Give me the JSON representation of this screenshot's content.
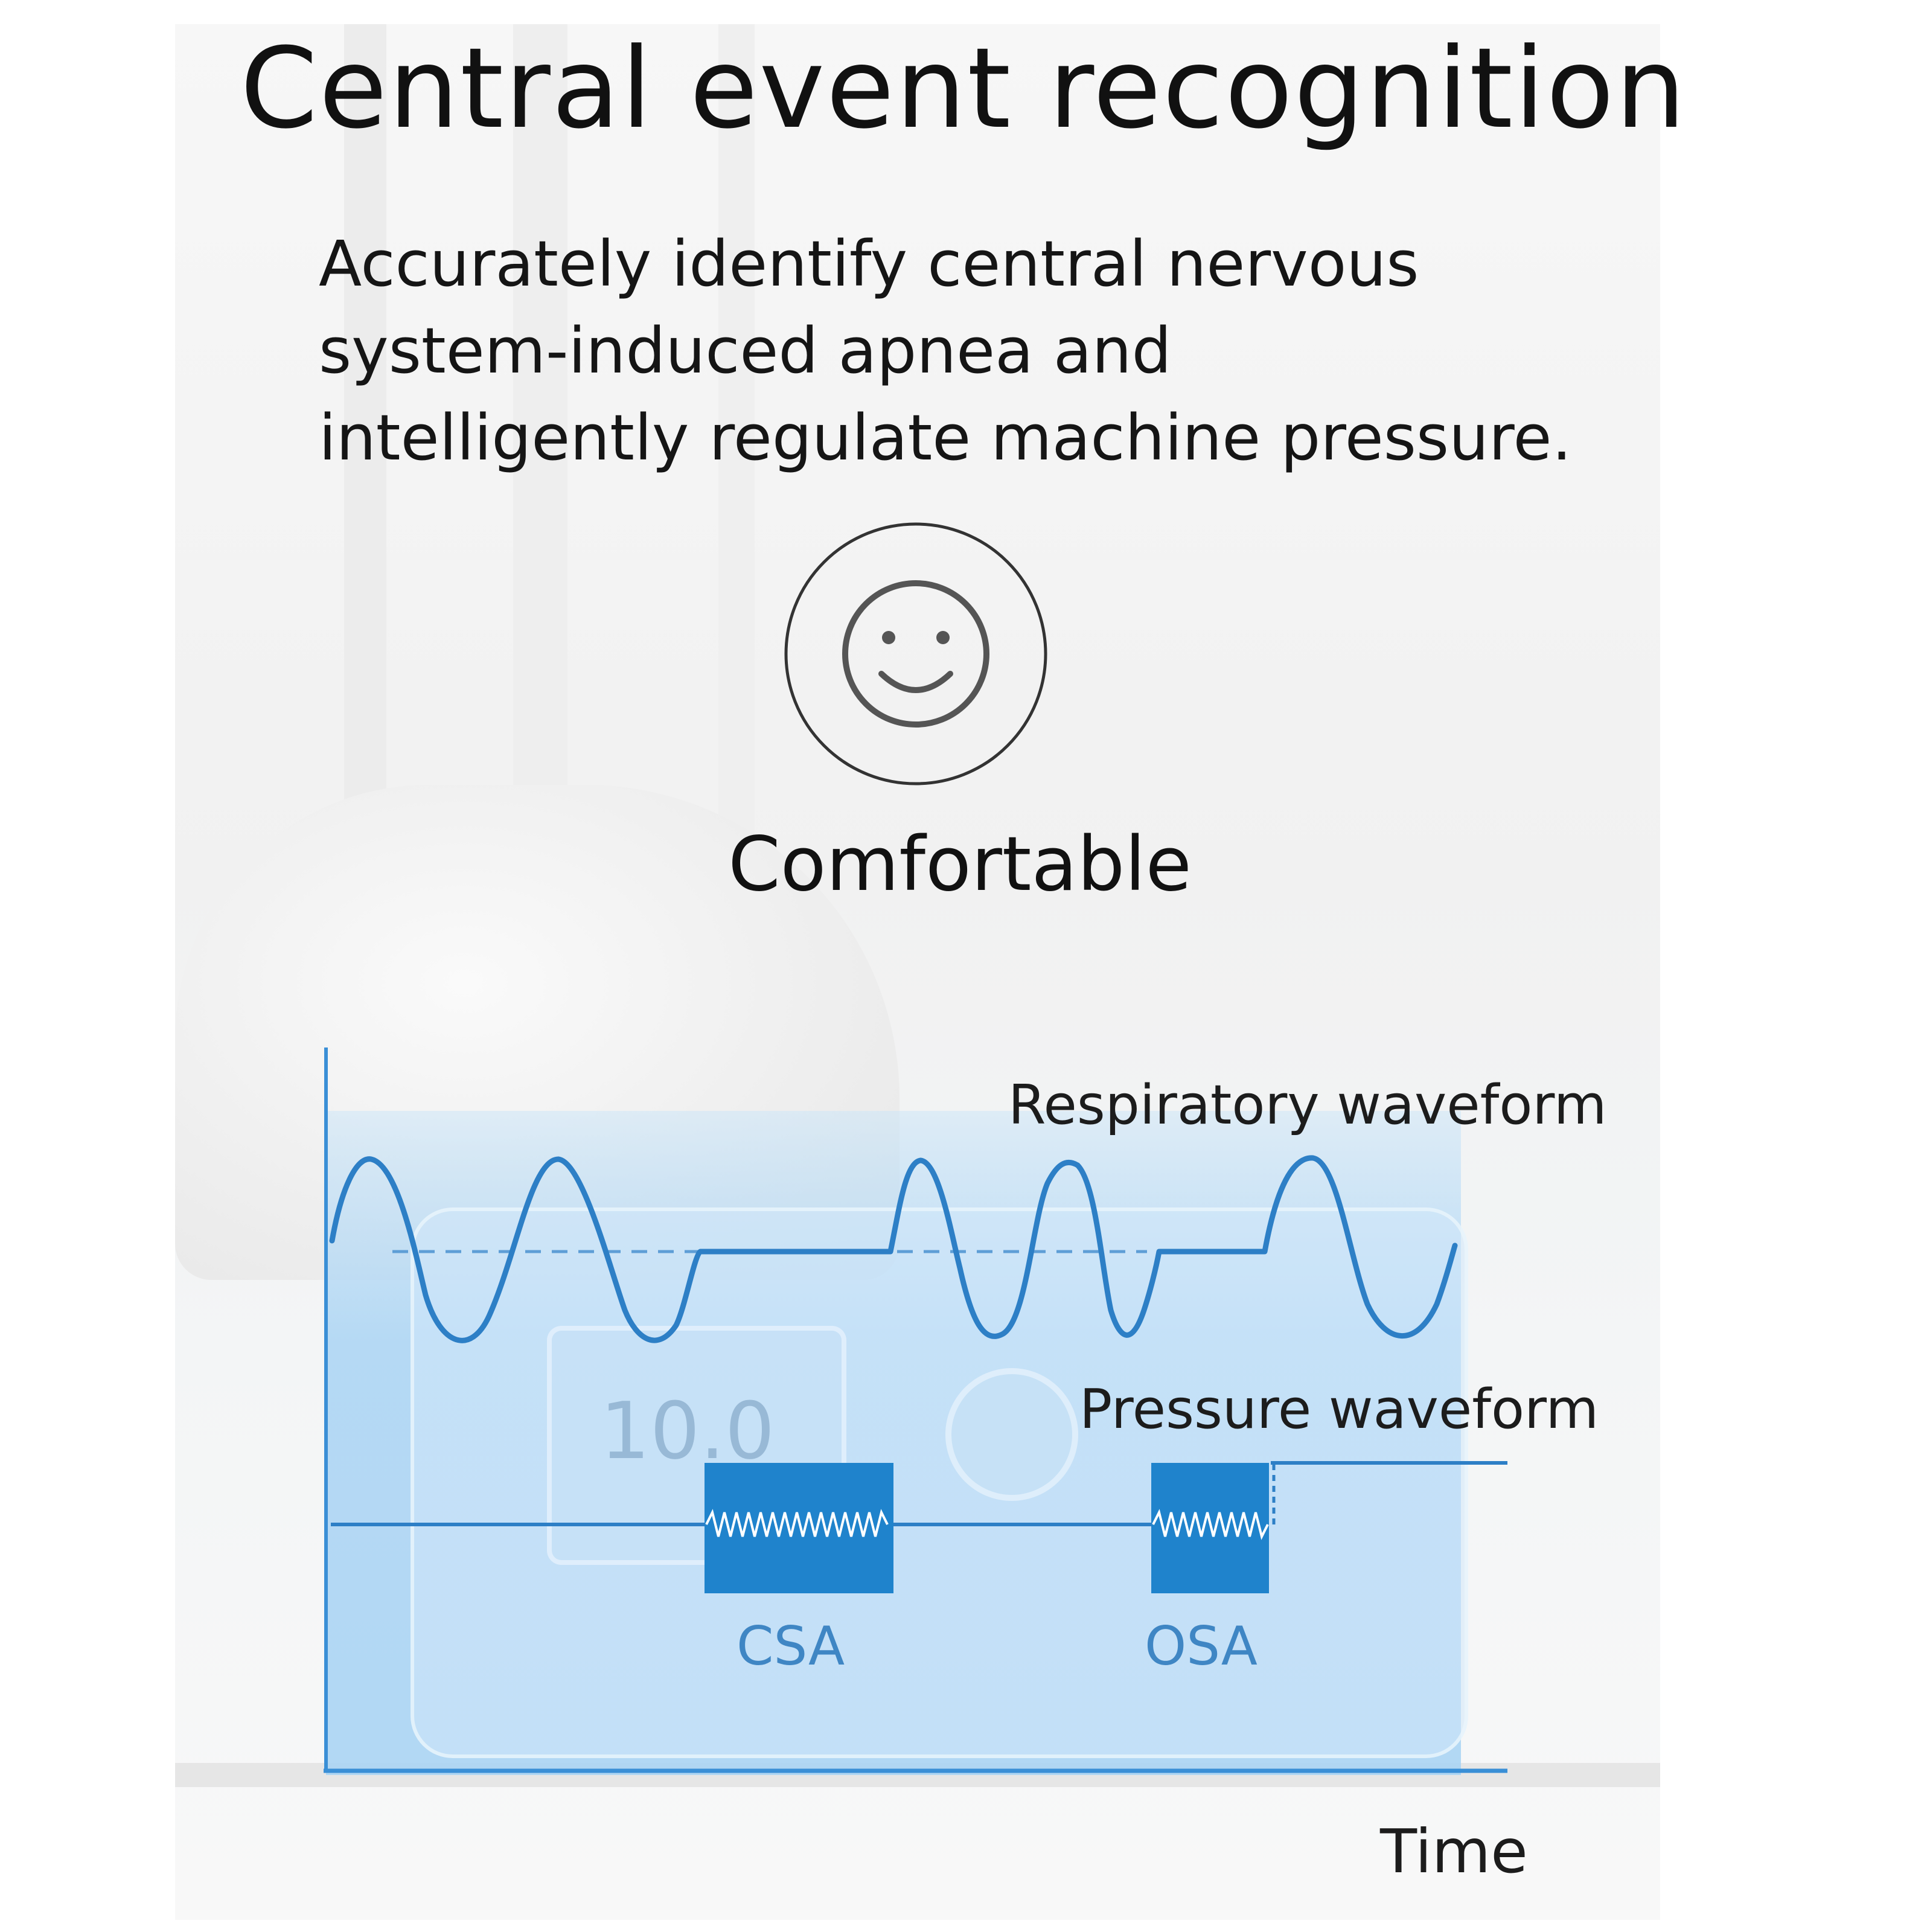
{
  "title": "Central event recognition",
  "description": {
    "lines": [
      "Accurately identify central nervous",
      "system-induced apnea and",
      "intelligently regulate machine pressure."
    ]
  },
  "status": {
    "icon": "smiley-face-icon",
    "label": "Comfortable"
  },
  "diagram": {
    "respiratory_label": "Respiratory waveform",
    "pressure_label": "Pressure waveform",
    "events": [
      "CSA",
      "OSA"
    ],
    "axis_label": "Time"
  },
  "device_display": {
    "reading": "10.0"
  },
  "colors": {
    "accent_blue": "#2d7fc6",
    "event_box": "#1f83cc",
    "label_blue": "#3f86c4",
    "panel_blue": "#aad4f4"
  }
}
